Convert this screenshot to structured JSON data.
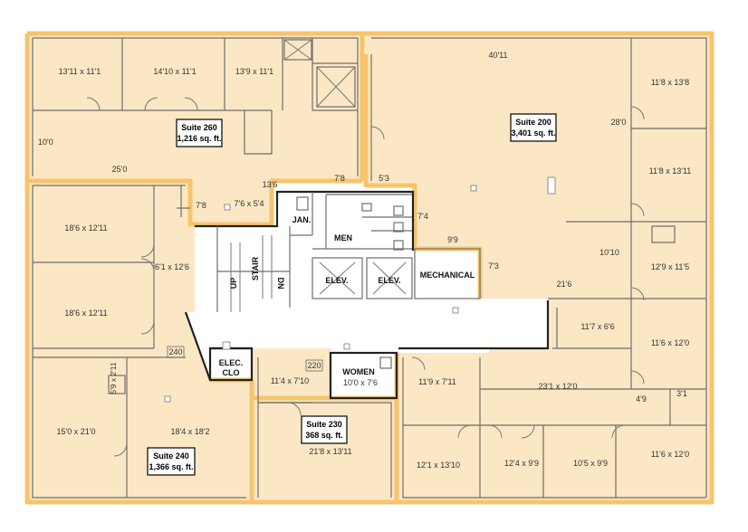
{
  "colors": {
    "suite_fill": "#fbe7c4",
    "suite_border": "#f7c46c",
    "common_fill": "#ffffff",
    "wall": "#6d6d6d"
  },
  "suites": {
    "s260": {
      "name": "Suite 260",
      "area": "1,216 sq. ft."
    },
    "s200": {
      "name": "Suite 200",
      "area": "3,401 sq. ft."
    },
    "s230": {
      "name": "Suite 230",
      "area": "368 sq. ft."
    },
    "s240": {
      "name": "Suite 240",
      "area": "1,366 sq. ft."
    }
  },
  "labels": {
    "jan": "JAN.",
    "men": "MEN",
    "stair": "STAIR",
    "up": "UP",
    "dn": "DN",
    "elev1": "ELEV.",
    "elev2": "ELEV.",
    "mechanical": "MECHANICAL",
    "elec_1": "ELEC.",
    "elec_2": "CLO",
    "women_1": "WOMEN",
    "women_2": "10'0 x 7'6",
    "room240": "240",
    "room220": "220"
  },
  "dims": {
    "d01": "13'11 x 11'1",
    "d02": "14'10 x 11'1",
    "d03": "13'9 x 11'1",
    "d04": "10'0",
    "d05": "25'0",
    "d06": "7'8",
    "d07": "13'6",
    "d08": "7'6 x 5'4",
    "d09": "7'8",
    "d10": "5'3",
    "d11": "40'11",
    "d12": "11'8 x 13'8",
    "d13": "28'0",
    "d14": "11'8 x 13'11",
    "d15": "7'4",
    "d16": "9'9",
    "d17": "10'10",
    "d18": "12'9 x 11'5",
    "d19": "7'3",
    "d20": "21'6",
    "d21": "11'7 x 6'6",
    "d22": "11'6 x 12'0",
    "d23": "18'6 x 12'11",
    "d24": "6'1 x 12'6",
    "d25": "18'6 x 12'11",
    "d26": "5'9 x 2'11",
    "d27": "15'0 x 21'0",
    "d28": "18'4 x 18'2",
    "d29": "11'4 x 7'10",
    "d30": "21'8 x 13'11",
    "d31": "11'9 x 7'11",
    "d32": "23'1 x 12'0",
    "d33": "4'9",
    "d34": "3'1",
    "d35": "12'1 x 13'10",
    "d36": "12'4 x 9'9",
    "d37": "10'5 x 9'9",
    "d38": "11'6 x 12'0"
  }
}
